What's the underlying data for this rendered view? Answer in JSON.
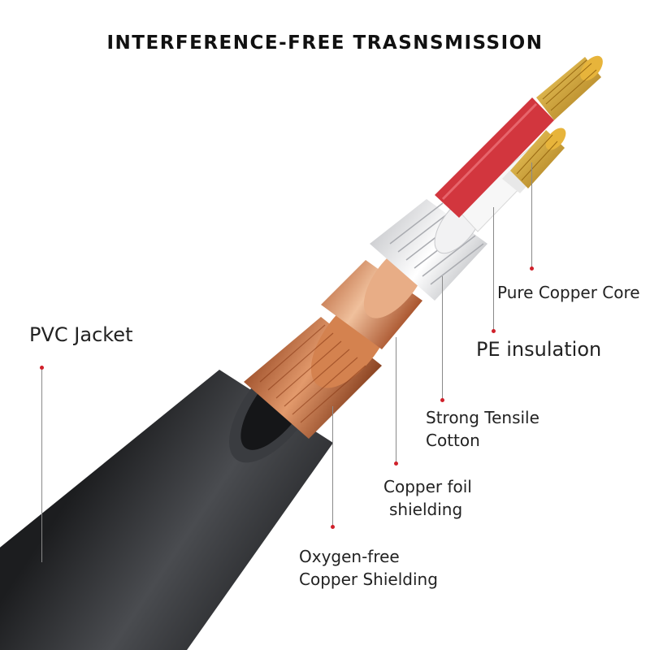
{
  "title": "INTERFERENCE-FREE TRASNSMISSION",
  "colors": {
    "jacket": "#2c2e31",
    "copper_shield": "#c86a3c",
    "copper_foil": "#d9956e",
    "cotton": "#e9e9ea",
    "red_wire": "#d2363e",
    "white_wire": "#f6f6f6",
    "gold_core": "#d6a228",
    "leader_dot": "#d0202a"
  },
  "labels": {
    "pvc_jacket": "PVC Jacket",
    "pure_copper_core": "Pure Copper Core",
    "pe_insulation": "PE insulation",
    "strong_tensile_cotton": [
      "Strong Tensile",
      "Cotton"
    ],
    "copper_foil_shielding": [
      "Copper foil",
      "shielding"
    ],
    "oxygen_free_copper_shielding": [
      "Oxygen-free",
      "Copper Shielding"
    ]
  }
}
